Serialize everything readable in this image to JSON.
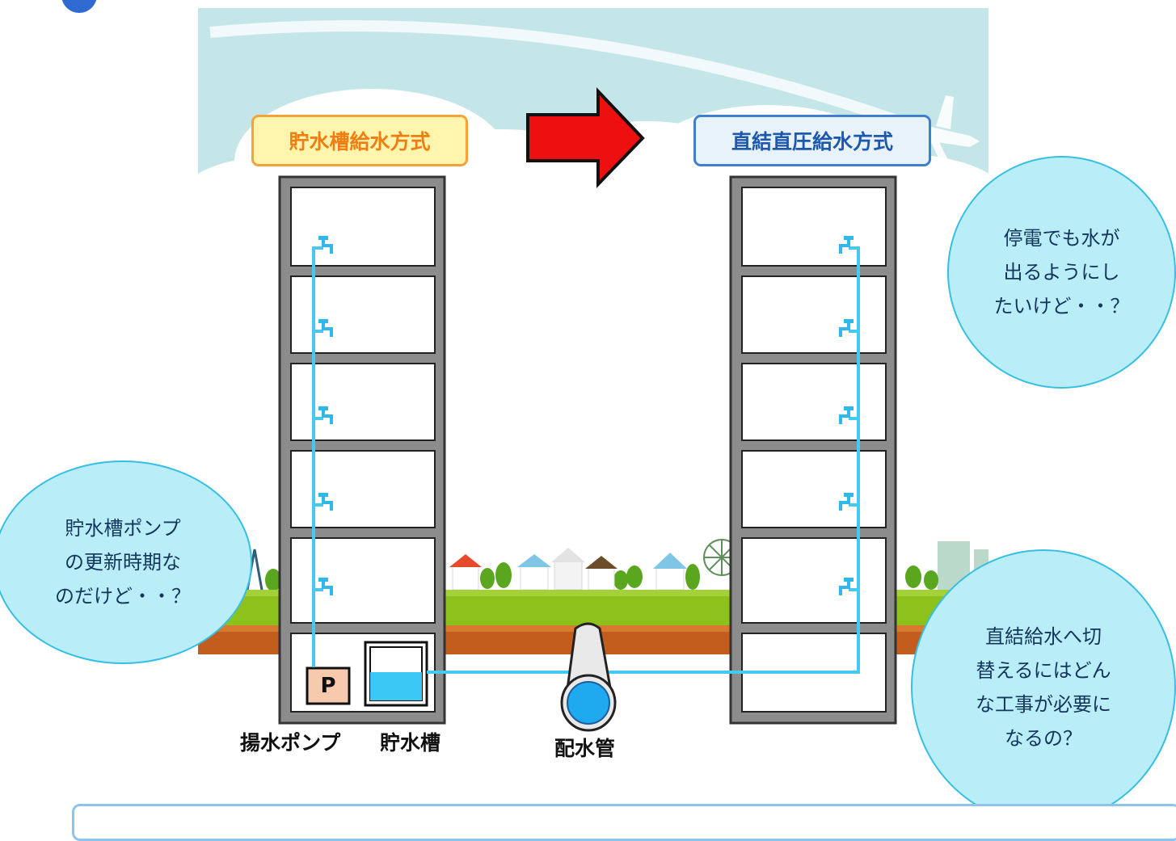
{
  "labels": {
    "before_system": "貯水槽給水方式",
    "after_system": "直結直圧給水方式"
  },
  "bubbles": {
    "top_right": "停電でも水が\n出るようにし\nたいけど・・？",
    "left": "貯水槽ポンプ\nの更新時期な\nのだけど・・？",
    "bottom_right": "直結給水へ切\n替えるにはどん\nな工事が必要に\nなるの？"
  },
  "captions": {
    "pump": "揚水ポンプ",
    "tank": "貯水槽",
    "main_pipe": "配水管",
    "pump_mark": "P"
  },
  "colors": {
    "sky": "#c5e6e9",
    "ground": "#8cc21b",
    "soil": "#c25d1e",
    "pipe": "#45c8f2",
    "arrow": "#ee1010",
    "building": "#8c8c8c"
  }
}
